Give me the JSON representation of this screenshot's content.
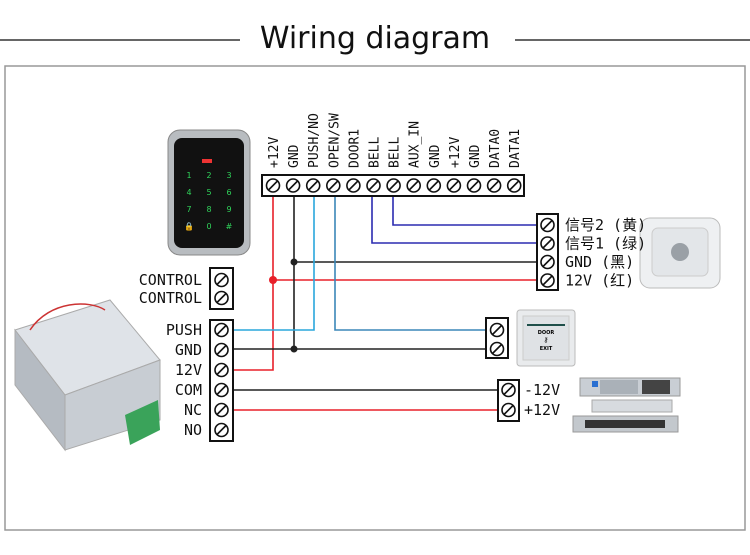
{
  "title": "Wiring diagram",
  "controller_terminals": [
    "+12V",
    "GND",
    "PUSH/NO",
    "OPEN/SW",
    "DOOR1",
    "BELL",
    "BELL",
    "AUX_IN",
    "GND",
    "+12V",
    "GND",
    "DATA0",
    "DATA1"
  ],
  "power_supply_control_terminals": [
    "CONTROL",
    "CONTROL"
  ],
  "power_supply_terminals": [
    "PUSH",
    "GND",
    "12V",
    "COM",
    "NC",
    "NO"
  ],
  "doorbell_terminals": [
    "信号2 (黄)",
    "信号1 (绿)",
    "GND (黑)",
    "12V (红)"
  ],
  "lock_terminals": [
    "-12V",
    "+12V"
  ],
  "exit_button": {
    "top": "DOOR",
    "bottom": "EXIT"
  },
  "keypad_keys": [
    "1",
    "2",
    "3",
    "4",
    "5",
    "6",
    "7",
    "8",
    "9",
    "🔒",
    "0",
    "#"
  ],
  "colors": {
    "red": "#e8202a",
    "black": "#222222",
    "light_blue": "#2aa7dc",
    "steel_blue": "#3b87b8",
    "dark_blue": "#2b2bb0",
    "frame": "#999999"
  }
}
